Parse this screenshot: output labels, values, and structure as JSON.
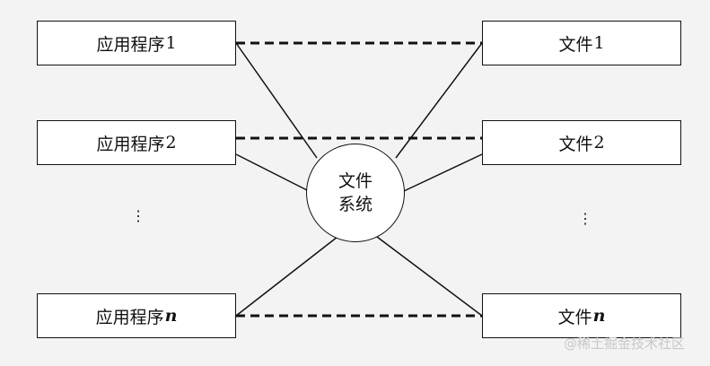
{
  "diagram": {
    "apps": [
      {
        "base": "应用程序",
        "suffix": "1",
        "suffix_italic": false
      },
      {
        "base": "应用程序",
        "suffix": "2",
        "suffix_italic": false
      },
      {
        "base": "应用程序",
        "suffix": "n",
        "suffix_italic": true
      }
    ],
    "files": [
      {
        "base": "文件",
        "suffix": "1",
        "suffix_italic": false
      },
      {
        "base": "文件",
        "suffix": "2",
        "suffix_italic": false
      },
      {
        "base": "文件",
        "suffix": "n",
        "suffix_italic": true
      }
    ],
    "center": {
      "line1": "文件",
      "line2": "系统"
    },
    "ellipsis": "⋮"
  },
  "watermark": "@稀土掘金技术社区"
}
